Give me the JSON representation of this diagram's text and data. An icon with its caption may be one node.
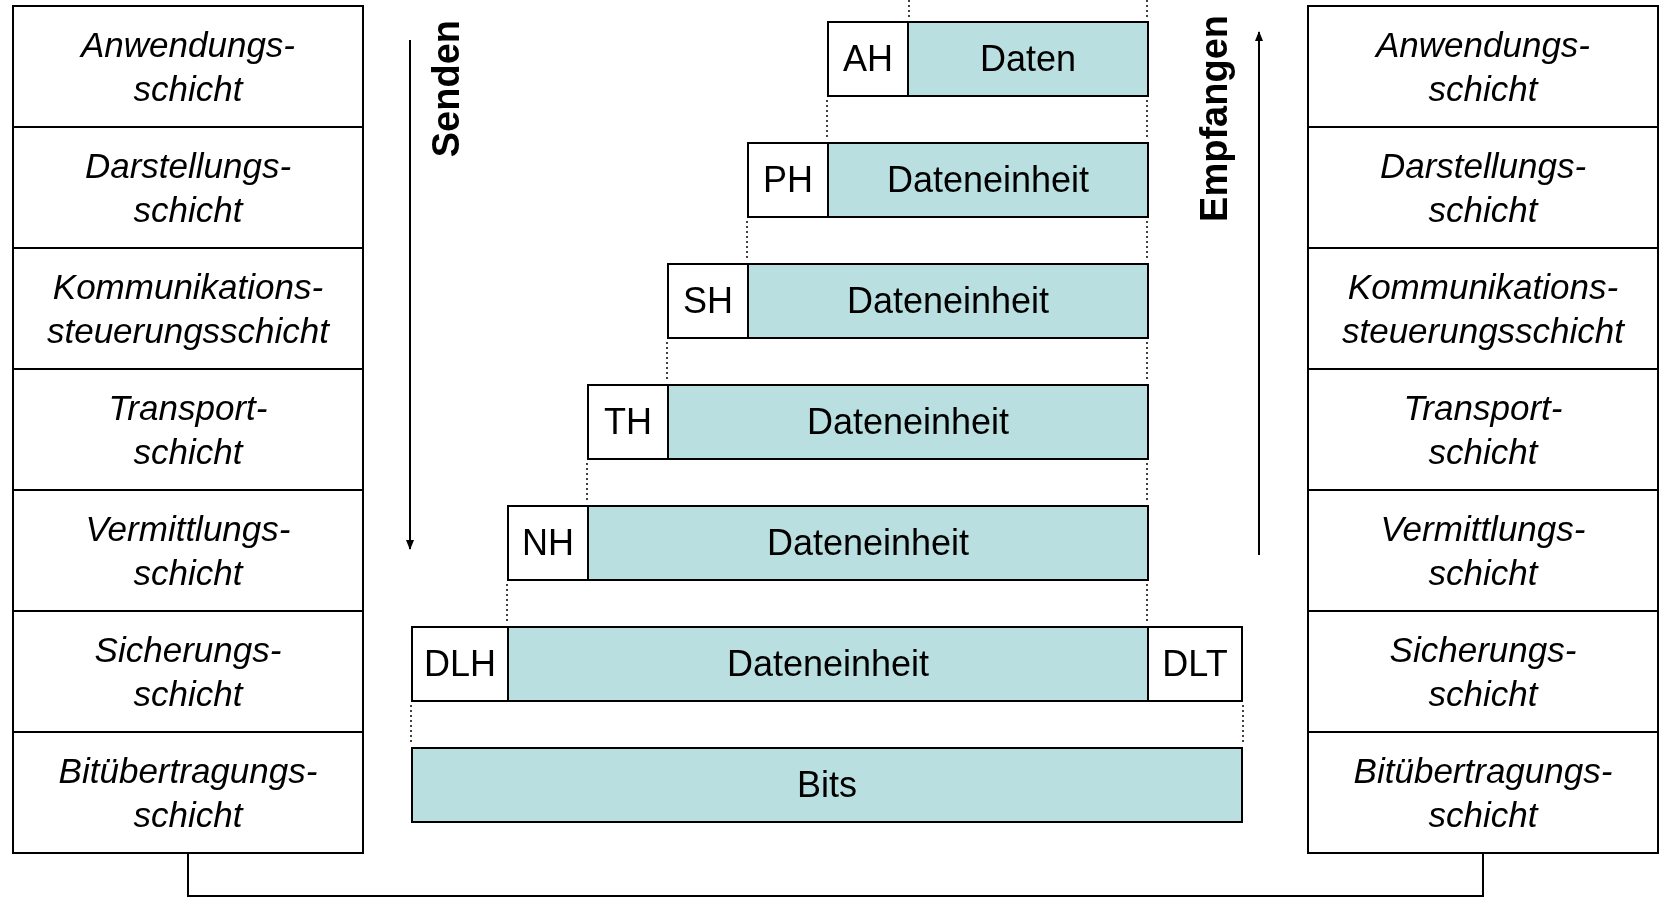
{
  "diagram": {
    "nodes": [
      {
        "text": [
          "Anwendungs- schicht"
        ]
      },
      {
        "text": [
          "Darstellungs- schicht"
        ]
      },
      {
        "text": [
          "Kommunikations- steuerungsschicht"
        ]
      },
      {
        "text": [
          "Transport- schicht"
        ]
      },
      {
        "text": [
          "Vermittlungs- schicht"
        ]
      },
      {
        "text": [
          "Sicherungs- schicht"
        ]
      },
      {
        "text": [
          "Bitübertragungs- schicht"
        ]
      },
      {
        "text": [
          "Anwendungs- schicht"
        ]
      },
      {
        "text": [
          "Darstellungs- schicht"
        ]
      },
      {
        "text": [
          "Kommunikations- steuerungsschicht"
        ]
      },
      {
        "text": [
          "Transport- schicht"
        ]
      },
      {
        "text": [
          "Vermittlungs- schicht"
        ]
      },
      {
        "text": [
          "Sicherungs- schicht"
        ]
      },
      {
        "text": [
          "Bitübertragungs- schicht"
        ]
      },
      {
        "text": [
          "AH"
        ]
      },
      {
        "text": [
          "Daten"
        ]
      },
      {
        "text": [
          "PH"
        ]
      },
      {
        "text": [
          "Dateneinheit"
        ]
      },
      {
        "text": [
          "SH"
        ]
      },
      {
        "text": [
          "Dateneinheit"
        ]
      },
      {
        "text": [
          "TH"
        ]
      },
      {
        "text": [
          "Dateneinheit"
        ]
      },
      {
        "text": [
          "NH"
        ]
      },
      {
        "text": [
          "Dateneinheit"
        ]
      },
      {
        "text": [
          "DLH"
        ]
      },
      {
        "text": [
          "Dateneinheit"
        ]
      },
      {
        "text": [
          "DLT"
        ]
      },
      {
        "text": [
          "Bits"
        ]
      }
    ],
    "edges": [
      {
        "from": 6,
        "to": 13,
        "arrow": "none"
      }
    ],
    "labels": [
      "Senden",
      "Empfangen"
    ]
  }
}
